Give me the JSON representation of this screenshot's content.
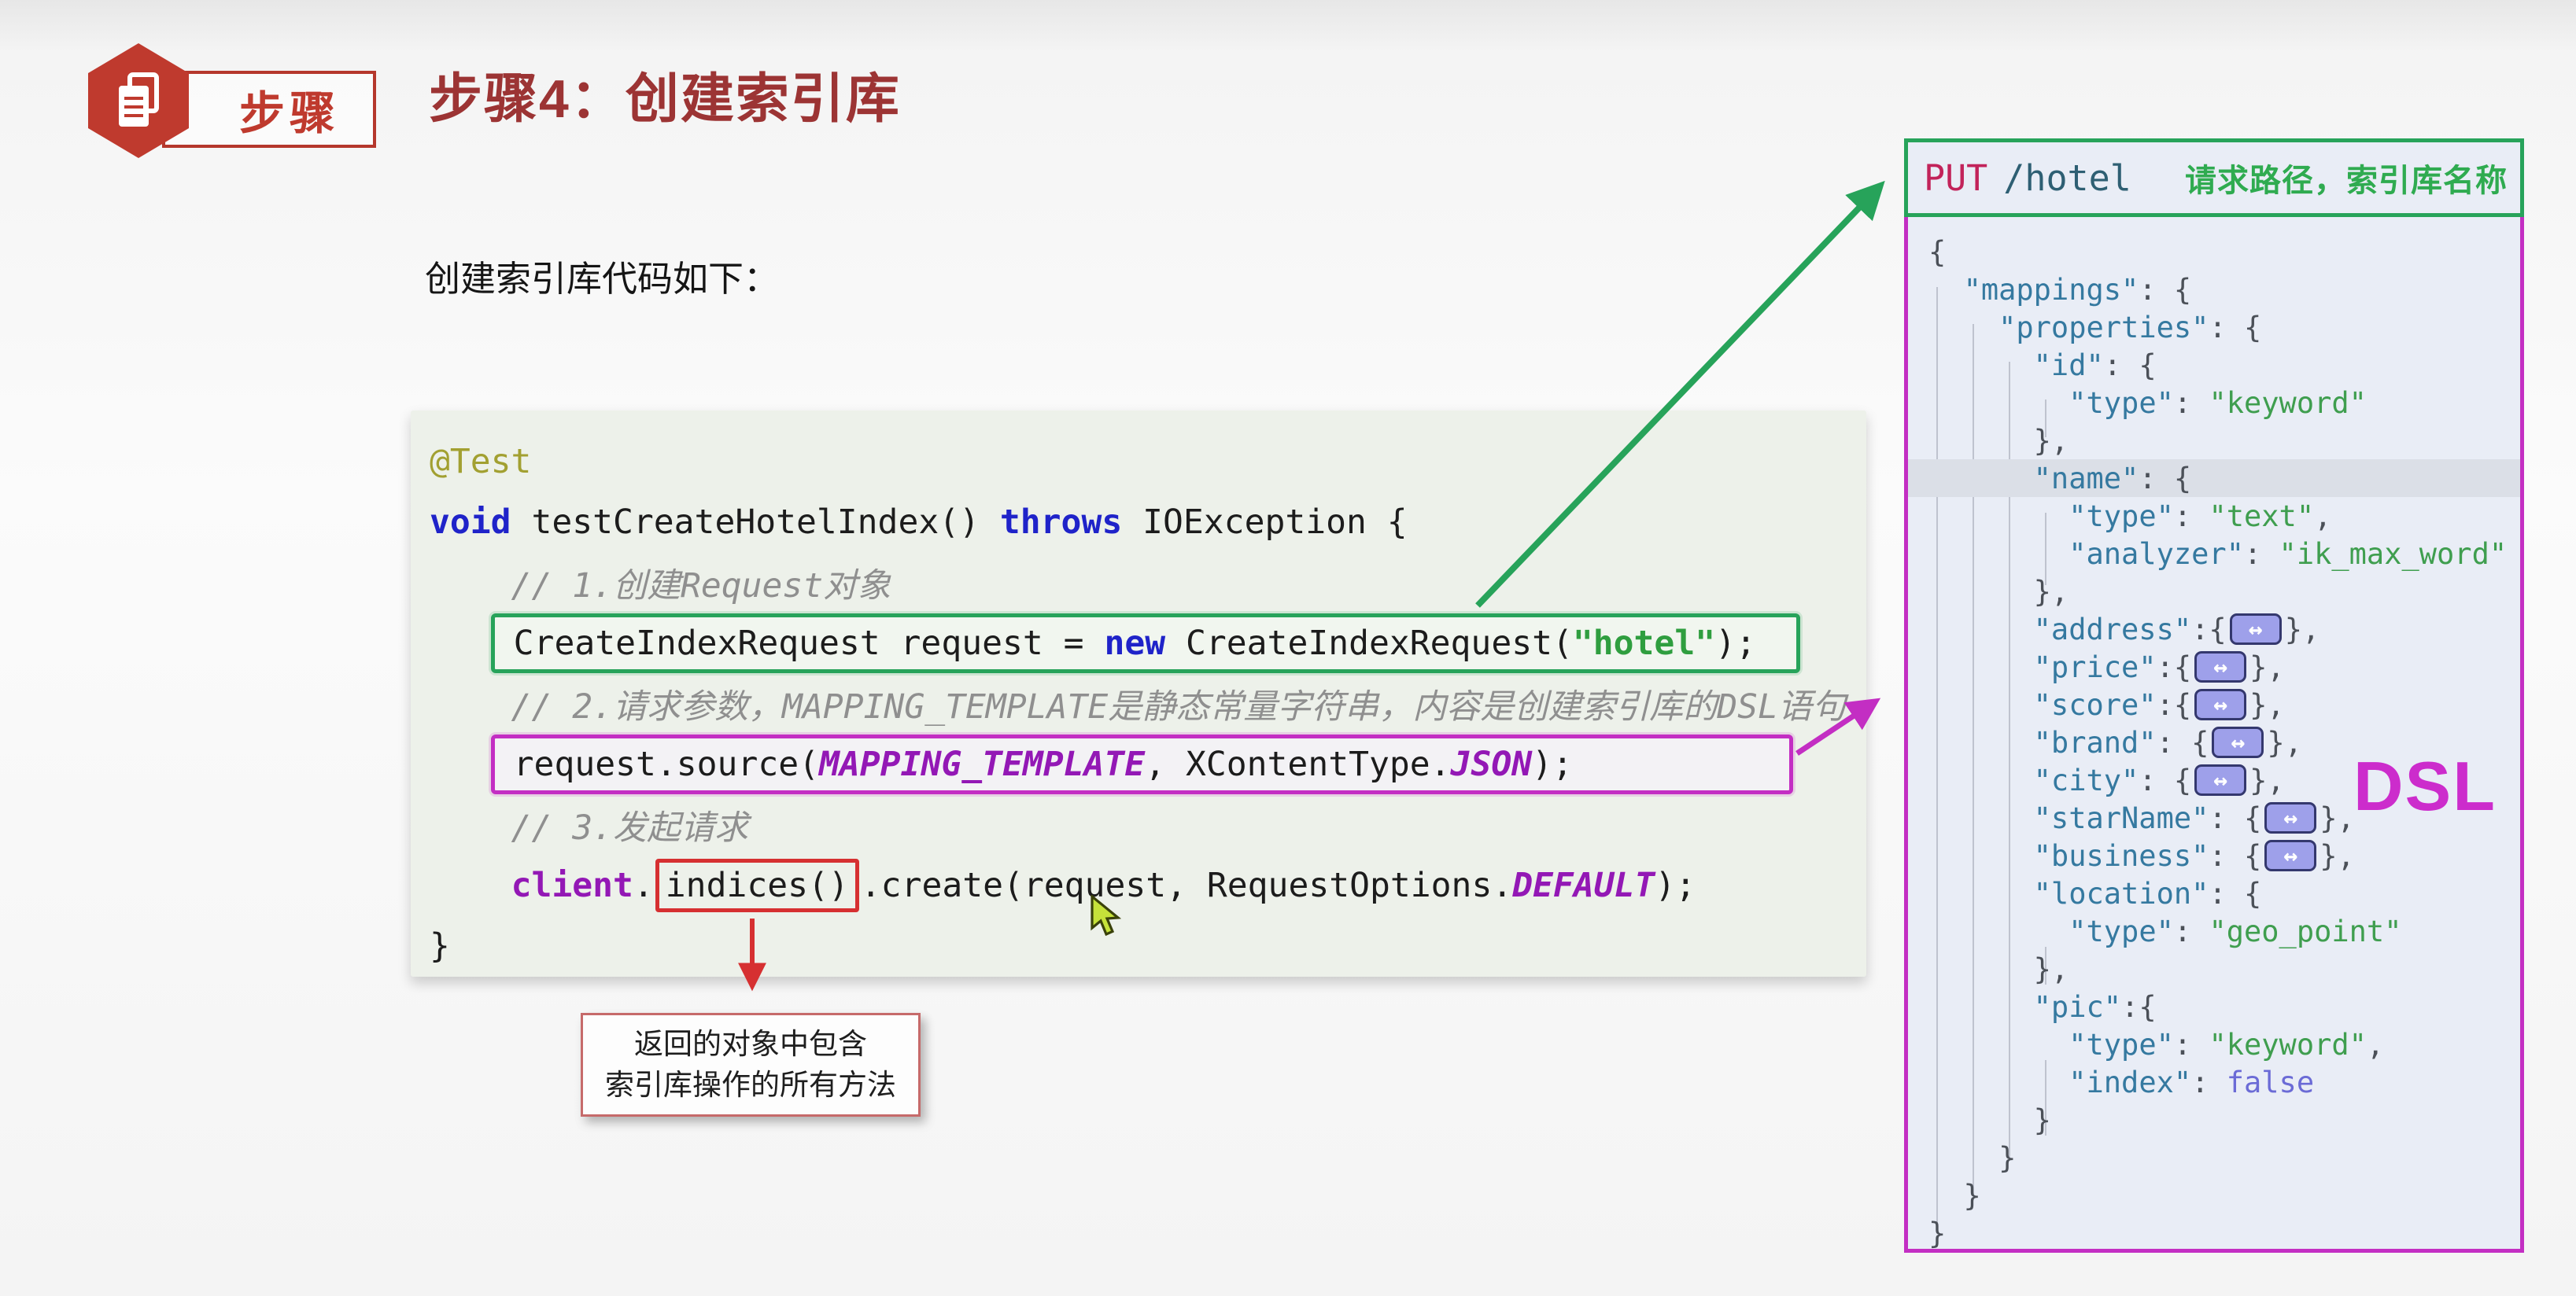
{
  "colors": {
    "accent_green": "#27a35a",
    "accent_magenta": "#c32ec3",
    "accent_red": "#d63031",
    "title_red": "#9c3434",
    "badge_red": "#bf3a2e",
    "watermark_magenta": "#cc2ccc",
    "code_panel_bg": "#edf1ea",
    "dsl_panel_bg": "#e9edf6"
  },
  "badge": {
    "label": "步骤"
  },
  "header": {
    "title": "步骤4：创建索引库",
    "subtitle": "创建索引库代码如下："
  },
  "java_code": {
    "lines": [
      {
        "tokens": [
          {
            "t": "@Test",
            "c": "ann"
          }
        ]
      },
      {
        "tokens": [
          {
            "t": "void",
            "c": "kw"
          },
          {
            "t": " testCreateHotelIndex() "
          },
          {
            "t": "throws",
            "c": "kw"
          },
          {
            "t": " IOException {"
          }
        ]
      },
      {
        "tokens": [
          {
            "t": "    // 1.创建Request对象",
            "c": "cmt"
          }
        ]
      },
      {
        "pre": [
          {
            "t": "   "
          }
        ],
        "wrap": "green-box",
        "tokens": [
          {
            "t": "CreateIndexRequest request = "
          },
          {
            "t": "new",
            "c": "kw"
          },
          {
            "t": " CreateIndexRequest("
          },
          {
            "t": "\"hotel\"",
            "c": "str"
          },
          {
            "t": ");"
          }
        ]
      },
      {
        "tokens": [
          {
            "t": "    // 2.请求参数，MAPPING_TEMPLATE是静态常量字符串，内容是创建索引库的DSL语句",
            "c": "cmt"
          }
        ]
      },
      {
        "pre": [
          {
            "t": "   "
          }
        ],
        "wrap": "magenta-box",
        "tokens": [
          {
            "t": "request.source("
          },
          {
            "t": "MAPPING_TEMPLATE",
            "c": "field-i"
          },
          {
            "t": ", XContentType."
          },
          {
            "t": "JSON",
            "c": "field-i"
          },
          {
            "t": ");"
          }
        ]
      },
      {
        "tokens": [
          {
            "t": "    // 3.发起请求",
            "c": "cmt"
          }
        ]
      },
      {
        "tokens": [
          {
            "t": "    "
          },
          {
            "t": "client",
            "c": "field"
          },
          {
            "t": "."
          },
          {
            "t": "indices()",
            "c": "boxed-red"
          },
          {
            "t": ".create(request, RequestOptions."
          },
          {
            "t": "DEFAULT",
            "c": "field-i"
          },
          {
            "t": ");"
          }
        ]
      },
      {
        "tokens": [
          {
            "t": "}"
          }
        ]
      }
    ]
  },
  "note_box": {
    "line1": "返回的对象中包含",
    "line2": "索引库操作的所有方法"
  },
  "dsl_panel": {
    "method": "PUT",
    "path": "/hotel",
    "header_note": "请求路径，索引库名称",
    "watermark": "DSL",
    "lines": [
      {
        "tokens": [
          {
            "t": "{"
          }
        ]
      },
      {
        "tokens": [
          {
            "t": "  "
          },
          {
            "t": "\"mappings\"",
            "c": "key"
          },
          {
            "t": ": {"
          }
        ]
      },
      {
        "tokens": [
          {
            "t": "    "
          },
          {
            "t": "\"properties\"",
            "c": "key"
          },
          {
            "t": ": {"
          }
        ]
      },
      {
        "tokens": [
          {
            "t": "      "
          },
          {
            "t": "\"id\"",
            "c": "key"
          },
          {
            "t": ": {"
          }
        ]
      },
      {
        "tokens": [
          {
            "t": "        "
          },
          {
            "t": "\"type\"",
            "c": "key"
          },
          {
            "t": ": "
          },
          {
            "t": "\"keyword\"",
            "c": "val"
          }
        ]
      },
      {
        "tokens": [
          {
            "t": "      },"
          }
        ]
      },
      {
        "cls": "hl",
        "tokens": [
          {
            "t": "      "
          },
          {
            "t": "\"name\"",
            "c": "key"
          },
          {
            "t": ": {"
          }
        ]
      },
      {
        "tokens": [
          {
            "t": "        "
          },
          {
            "t": "\"type\"",
            "c": "key"
          },
          {
            "t": ": "
          },
          {
            "t": "\"text\"",
            "c": "val"
          },
          {
            "t": ","
          }
        ]
      },
      {
        "tokens": [
          {
            "t": "        "
          },
          {
            "t": "\"analyzer\"",
            "c": "key"
          },
          {
            "t": ": "
          },
          {
            "t": "\"ik_max_word\"",
            "c": "val"
          }
        ]
      },
      {
        "tokens": [
          {
            "t": "      },"
          }
        ]
      },
      {
        "tokens": [
          {
            "t": "      "
          },
          {
            "t": "\"address\"",
            "c": "key"
          },
          {
            "t": ":{"
          },
          {
            "t": "↔",
            "c": "fold"
          },
          {
            "t": "},"
          }
        ]
      },
      {
        "tokens": [
          {
            "t": "      "
          },
          {
            "t": "\"price\"",
            "c": "key"
          },
          {
            "t": ":{"
          },
          {
            "t": "↔",
            "c": "fold"
          },
          {
            "t": "},"
          }
        ]
      },
      {
        "tokens": [
          {
            "t": "      "
          },
          {
            "t": "\"score\"",
            "c": "key"
          },
          {
            "t": ":{"
          },
          {
            "t": "↔",
            "c": "fold"
          },
          {
            "t": "},"
          }
        ]
      },
      {
        "tokens": [
          {
            "t": "      "
          },
          {
            "t": "\"brand\"",
            "c": "key"
          },
          {
            "t": ": {"
          },
          {
            "t": "↔",
            "c": "fold"
          },
          {
            "t": "},"
          }
        ]
      },
      {
        "tokens": [
          {
            "t": "      "
          },
          {
            "t": "\"city\"",
            "c": "key"
          },
          {
            "t": ": {"
          },
          {
            "t": "↔",
            "c": "fold"
          },
          {
            "t": "},"
          }
        ]
      },
      {
        "tokens": [
          {
            "t": "      "
          },
          {
            "t": "\"starName\"",
            "c": "key"
          },
          {
            "t": ": {"
          },
          {
            "t": "↔",
            "c": "fold"
          },
          {
            "t": "},"
          }
        ]
      },
      {
        "tokens": [
          {
            "t": "      "
          },
          {
            "t": "\"business\"",
            "c": "key"
          },
          {
            "t": ": {"
          },
          {
            "t": "↔",
            "c": "fold"
          },
          {
            "t": "},"
          }
        ]
      },
      {
        "tokens": [
          {
            "t": "      "
          },
          {
            "t": "\"location\"",
            "c": "key"
          },
          {
            "t": ": {"
          }
        ]
      },
      {
        "tokens": [
          {
            "t": "        "
          },
          {
            "t": "\"type\"",
            "c": "key"
          },
          {
            "t": ": "
          },
          {
            "t": "\"geo_point\"",
            "c": "val"
          }
        ]
      },
      {
        "tokens": [
          {
            "t": "      },"
          }
        ]
      },
      {
        "tokens": [
          {
            "t": "      "
          },
          {
            "t": "\"pic\"",
            "c": "key"
          },
          {
            "t": ":{"
          }
        ]
      },
      {
        "tokens": [
          {
            "t": "        "
          },
          {
            "t": "\"type\"",
            "c": "key"
          },
          {
            "t": ": "
          },
          {
            "t": "\"keyword\"",
            "c": "val"
          },
          {
            "t": ","
          }
        ]
      },
      {
        "tokens": [
          {
            "t": "        "
          },
          {
            "t": "\"index\"",
            "c": "key"
          },
          {
            "t": ": "
          },
          {
            "t": "false",
            "c": "bool"
          }
        ]
      },
      {
        "tokens": [
          {
            "t": "      }"
          }
        ]
      },
      {
        "tokens": [
          {
            "t": "    }"
          }
        ]
      },
      {
        "tokens": [
          {
            "t": "  }"
          }
        ]
      },
      {
        "tokens": [
          {
            "t": "}"
          }
        ]
      }
    ]
  }
}
